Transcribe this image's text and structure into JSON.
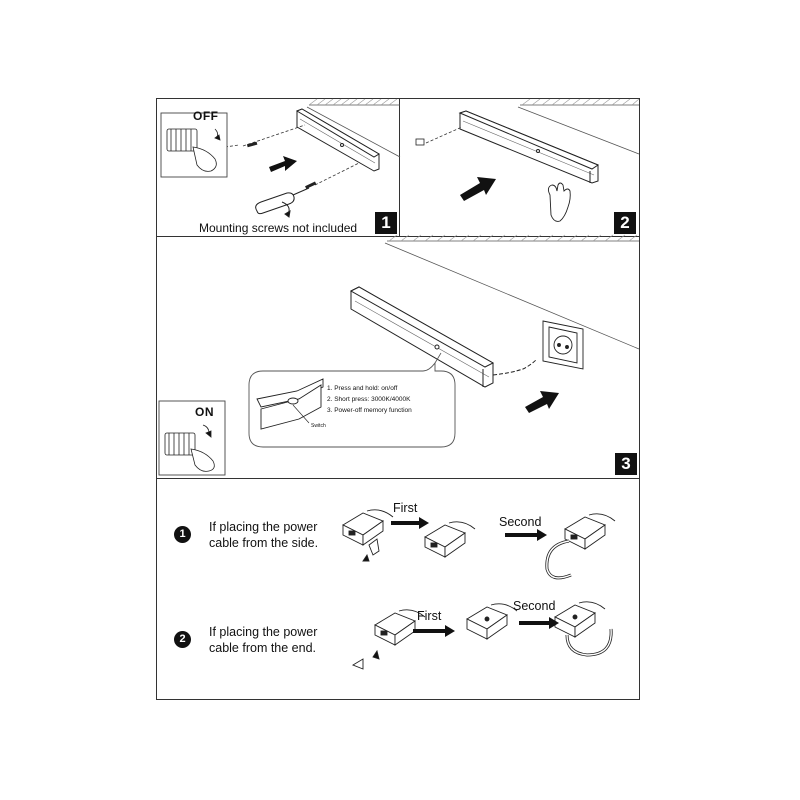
{
  "panels": [
    {
      "step": "1",
      "caption": "Mounting screws not included",
      "switch_label": "OFF"
    },
    {
      "step": "2"
    },
    {
      "step": "3",
      "switch_label": "ON",
      "notes": [
        "1. Press and hold: on/off",
        "2. Short press: 3000K/4000K",
        "3. Power-off memory function"
      ],
      "switch_callout": "Switch"
    }
  ],
  "cable_options": [
    {
      "number": "1",
      "text": "If placing the power cable from the side.",
      "first": "First",
      "second": "Second"
    },
    {
      "number": "2",
      "text": "If placing the power cable from the end.",
      "first": "First",
      "second": "Second"
    }
  ]
}
